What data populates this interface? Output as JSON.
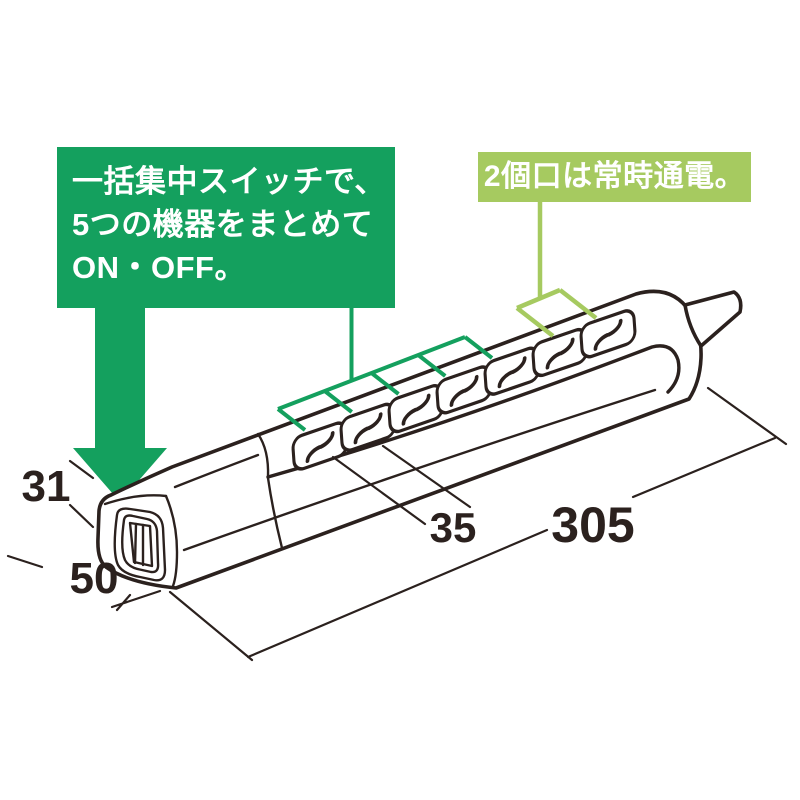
{
  "annotations": {
    "switch_note": {
      "lines": [
        "一括集中スイッチで、",
        "5つの機器をまとめて",
        "ON・OFF。"
      ]
    },
    "power_note": {
      "text": "2個口は常時通電。"
    }
  },
  "dimensions": {
    "height": "31",
    "depth": "50",
    "outlet_pitch": "35",
    "length": "305"
  },
  "device": {
    "outlet_total": 7,
    "switched_outlets": 5,
    "always_on_outlets": 2
  },
  "colors": {
    "accent_green": "#14a05e",
    "accent_light_green": "#a6ca60",
    "ink": "#2b211e",
    "background": "#ffffff"
  }
}
